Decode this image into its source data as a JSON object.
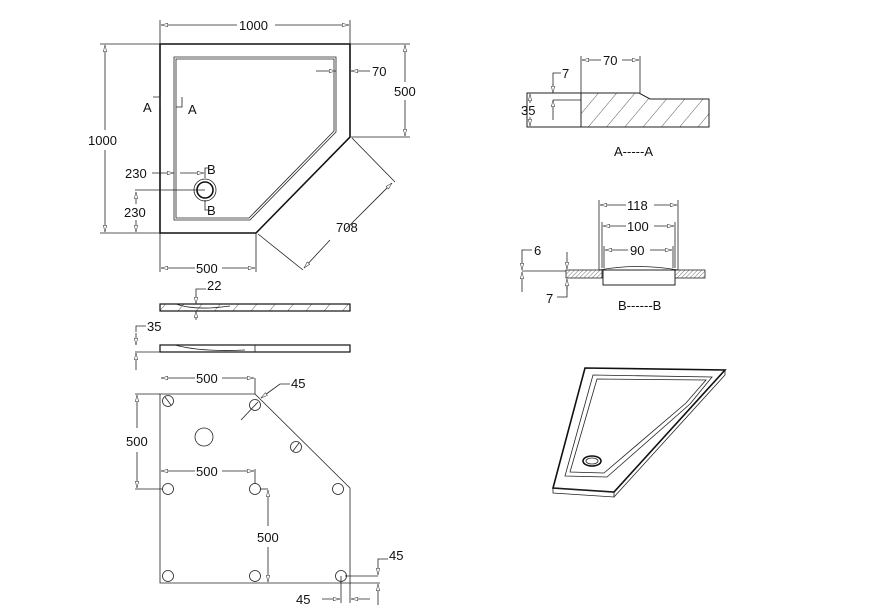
{
  "top_view": {
    "width": "1000",
    "height": "1000",
    "right_side": "500",
    "rim": "70",
    "diagonal": "708",
    "bottom_side": "500",
    "drain_x": "230",
    "drain_y": "230",
    "section_a_left": "A",
    "section_a_right": "A",
    "section_b_top": "B",
    "section_b_bottom": "B"
  },
  "side_view": {
    "depth": "22",
    "height": "35"
  },
  "bottom_view": {
    "top_span": "500",
    "left_span": "500",
    "mid_span": "500",
    "vert_span": "500",
    "corner_offset": "45",
    "edge_offset_right": "45",
    "edge_offset_bottom": "45"
  },
  "section_aa": {
    "rim_width": "70",
    "step": "7",
    "thickness": "35",
    "label": "A-----A"
  },
  "section_bb": {
    "outer": "118",
    "mid": "100",
    "inner": "90",
    "top": "6",
    "bottom": "7",
    "label": "B------B"
  },
  "colors": {
    "line": "#222222",
    "background": "#ffffff"
  }
}
